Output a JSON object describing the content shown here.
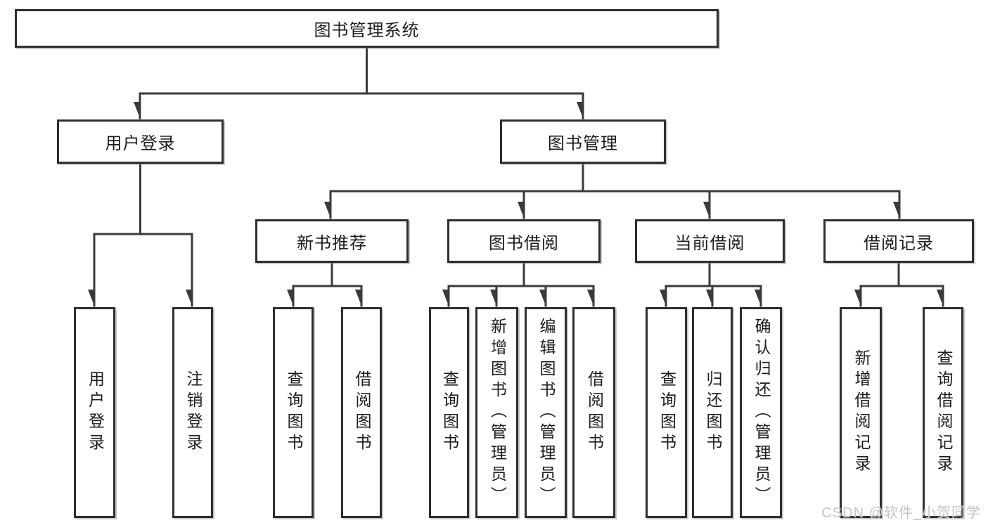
{
  "nodes": {
    "root": "图书管理系统",
    "userLogin": "用户登录",
    "bookMgmt": "图书管理",
    "newBooks": "新书推荐",
    "bookBorrow": "图书借阅",
    "currentBorrow": "当前借阅",
    "borrowRecords": "借阅记录",
    "leafUserLogin": "用户登录",
    "leafLogout": "注销登录",
    "leafQueryBooks1": "查询图书",
    "leafBorrowBooks1": "借阅图书",
    "leafQueryBooks2": "查询图书",
    "leafAddBooks": "新增图书（管理员）",
    "leafEditBooks": "编辑图书（管理员）",
    "leafBorrowBooks2": "借阅图书",
    "leafQueryBooks3": "查询图书",
    "leafReturnBooks": "归还图书",
    "leafConfirmReturn": "确认归还（管理员）",
    "leafAddRecord": "新增借阅记录",
    "leafQueryRecord": "查询借阅记录"
  },
  "colors": {
    "line": "#3a3a3a",
    "border": "#2e2e2e",
    "text": "#1c1c1c",
    "watermark": "#c4c4c4"
  },
  "watermark": "CSDN @软件_小贺同学"
}
